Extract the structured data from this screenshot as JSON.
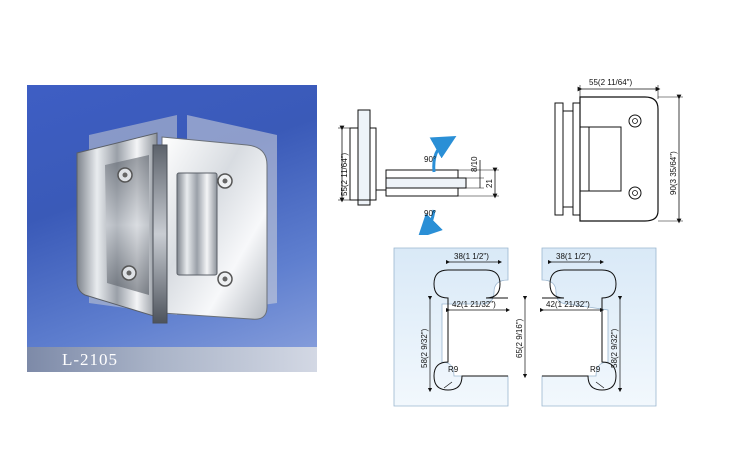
{
  "product": {
    "model_code": "L-2105"
  },
  "side_view": {
    "height_label": "55(2  11/64\")",
    "thickness_label": "8/10",
    "offset_label": "21",
    "rotation_top_label": "90°",
    "rotation_bottom_label": "90°",
    "arrow_color": "#2a8fd6"
  },
  "front_view": {
    "width_label": "55(2 11/64\")",
    "height_label": "90(3 35/64\")"
  },
  "glass_cutout_left": {
    "top_width_label": "38(1 1/2\")",
    "depth_label": "42(1 21/32\")",
    "height_label": "58(2 9/32\")",
    "radius_label": "R9"
  },
  "glass_cutout_center": {
    "overall_height_label": "65(2 9/16\")"
  },
  "glass_cutout_right": {
    "top_width_label": "38(1 1/2\")",
    "depth_label": "42(1 21/32\")",
    "height_label": "58(2 9/32\")",
    "radius_label": "R9"
  },
  "colors": {
    "photo_background": "#3e5ec4",
    "glass_tint": "#e6f1fa",
    "line": "#111111"
  }
}
